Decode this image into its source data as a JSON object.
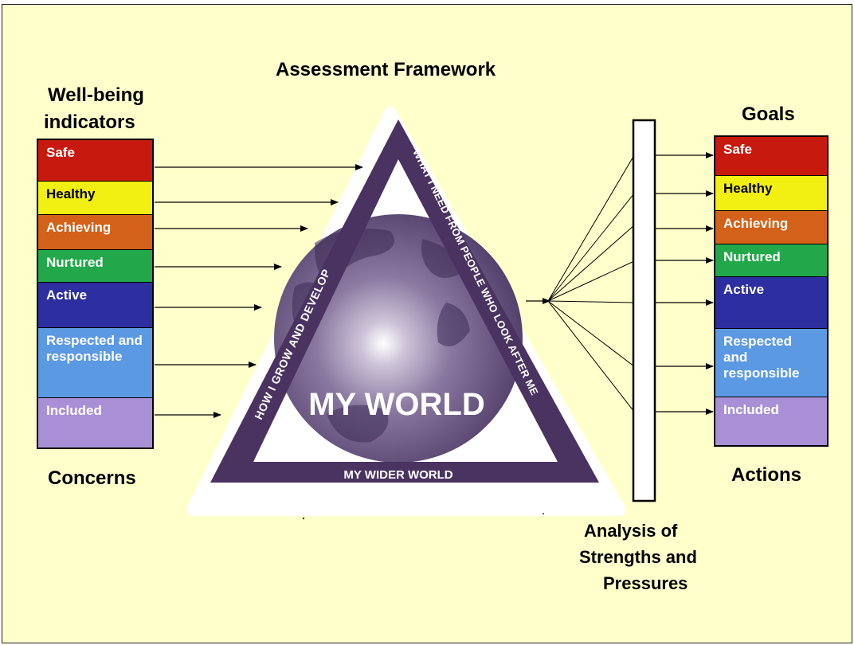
{
  "title": "Assessment Framework",
  "left": {
    "heading_line1": "Well-being",
    "heading_line2": "indicators",
    "footer": "Concerns"
  },
  "right": {
    "heading": "Goals",
    "footer": "Actions"
  },
  "analysis": {
    "line1": "Analysis of",
    "line2": "Strengths and",
    "line3": "Pressures"
  },
  "indicators": [
    {
      "label": "Safe",
      "color": "#c8190e",
      "text": "#ffffff"
    },
    {
      "label": "Healthy",
      "color": "#f2ef12",
      "text": "#000000"
    },
    {
      "label": "Achieving",
      "color": "#d3611a",
      "text": "#ffffff"
    },
    {
      "label": "Nurtured",
      "color": "#22a84a",
      "text": "#ffffff"
    },
    {
      "label": "Active",
      "color": "#2d2fa0",
      "text": "#ffffff"
    },
    {
      "label": "Respected and responsible",
      "color": "#5c99e3",
      "text": "#ffffff"
    },
    {
      "label": "Included",
      "color": "#a98fd6",
      "text": "#ffffff"
    }
  ],
  "triangle": {
    "left_side": "HOW I GROW AND DEVELOP",
    "right_side": "WHAT I NEED FROM PEOPLE WHO LOOK AFTER ME",
    "bottom": "MY WIDER WORLD",
    "center": "MY WORLD"
  },
  "colors": {
    "background": "#ffffcc",
    "triangle": "#4a3360",
    "globe": "#5a4673"
  }
}
